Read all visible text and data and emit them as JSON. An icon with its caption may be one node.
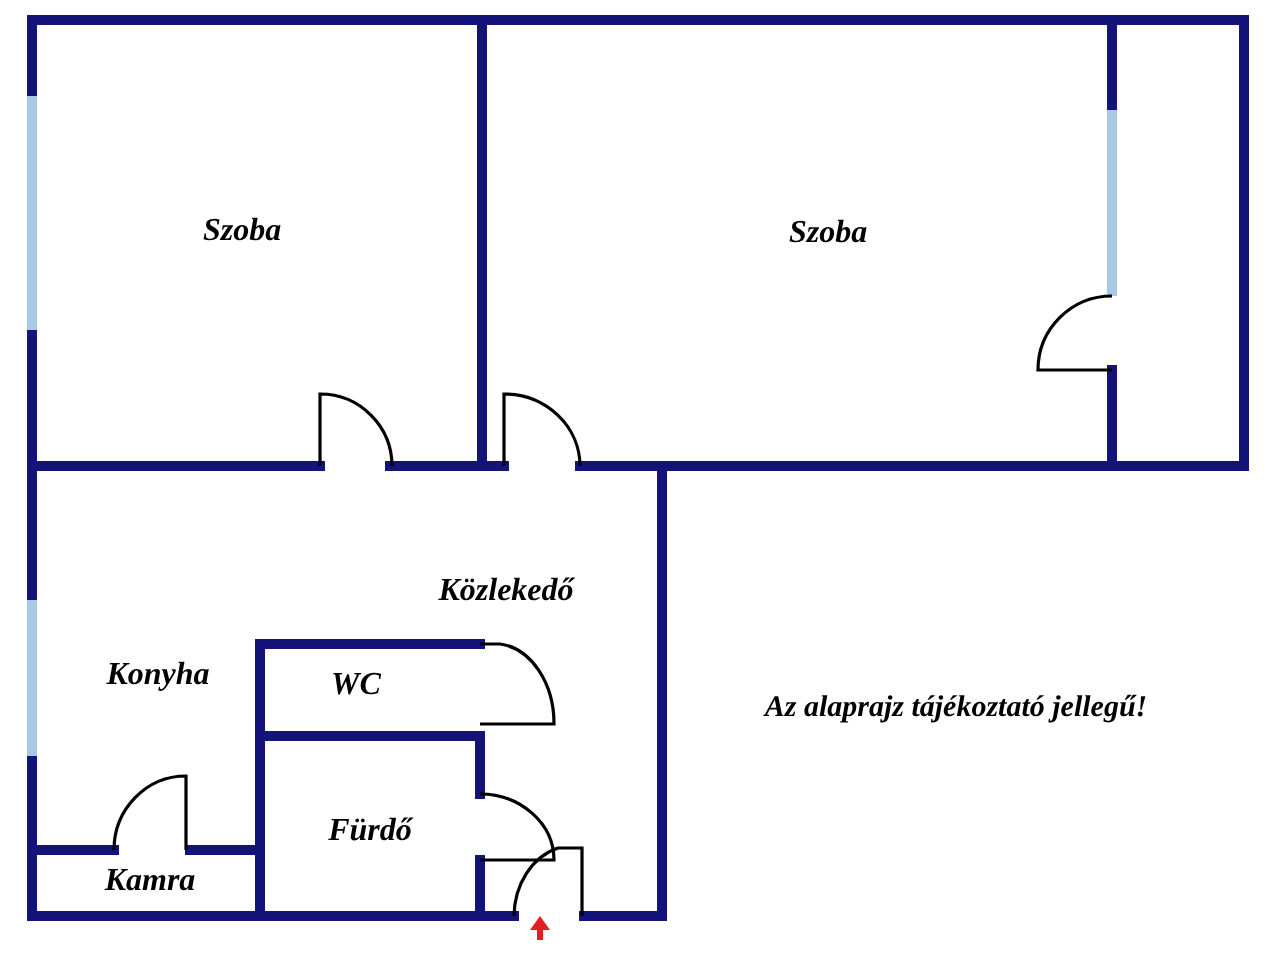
{
  "diagram": {
    "labels": [
      "Szoba",
      "Szoba",
      "Közlekedő",
      "Konyha",
      "WC",
      "Az alaprajz tájékoztató jellegű!",
      "Fürdő",
      "Kamra"
    ]
  }
}
